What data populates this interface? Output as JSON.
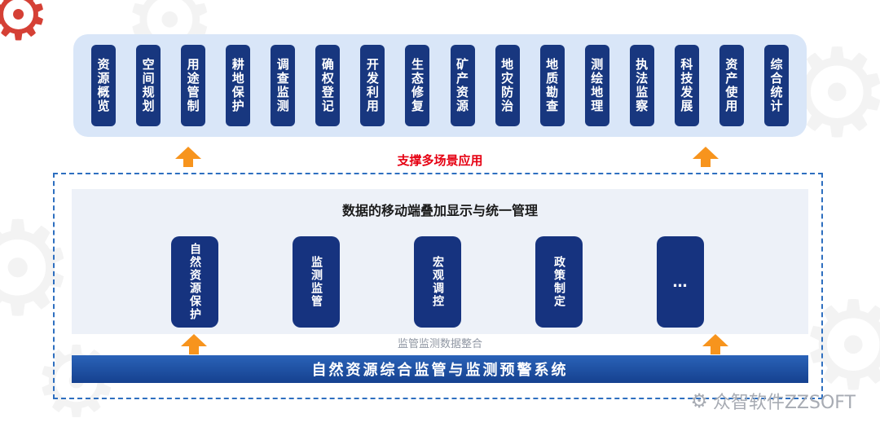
{
  "top_apps": {
    "items": [
      "资源概览",
      "空间规划",
      "用途管制",
      "耕地保护",
      "调查监测",
      "确权登记",
      "开发利用",
      "生态修复",
      "矿产资源",
      "地灾防治",
      "地质勘查",
      "测绘地理",
      "执法监察",
      "科技发展",
      "资产使用",
      "综合统计"
    ]
  },
  "labels": {
    "support": "支撑多场景应用",
    "integration": "监管监测数据整合"
  },
  "panel": {
    "title": "数据的移动端叠加显示与统一管理",
    "modules": [
      "自然资源保护",
      "监测监管",
      "宏观调控",
      "政策制定",
      "…"
    ]
  },
  "system_bar": {
    "title": "自然资源综合监管与监测预警系统"
  },
  "watermark": {
    "text": "众智软件ZZSOFT"
  },
  "icons": {
    "gear": "⚙"
  },
  "colors": {
    "pill_blue": "#18377f",
    "apps_strip_bg": "#d9e6f8",
    "panel_bg": "#edf1f8",
    "arrow_orange": "#f7941d",
    "support_red": "#e60012",
    "dashed_border": "#2e6fc0",
    "bar_blue": "#1a4fa5",
    "watermark_gray": "#a7abb3",
    "accent_gear_red": "#d3362b"
  }
}
